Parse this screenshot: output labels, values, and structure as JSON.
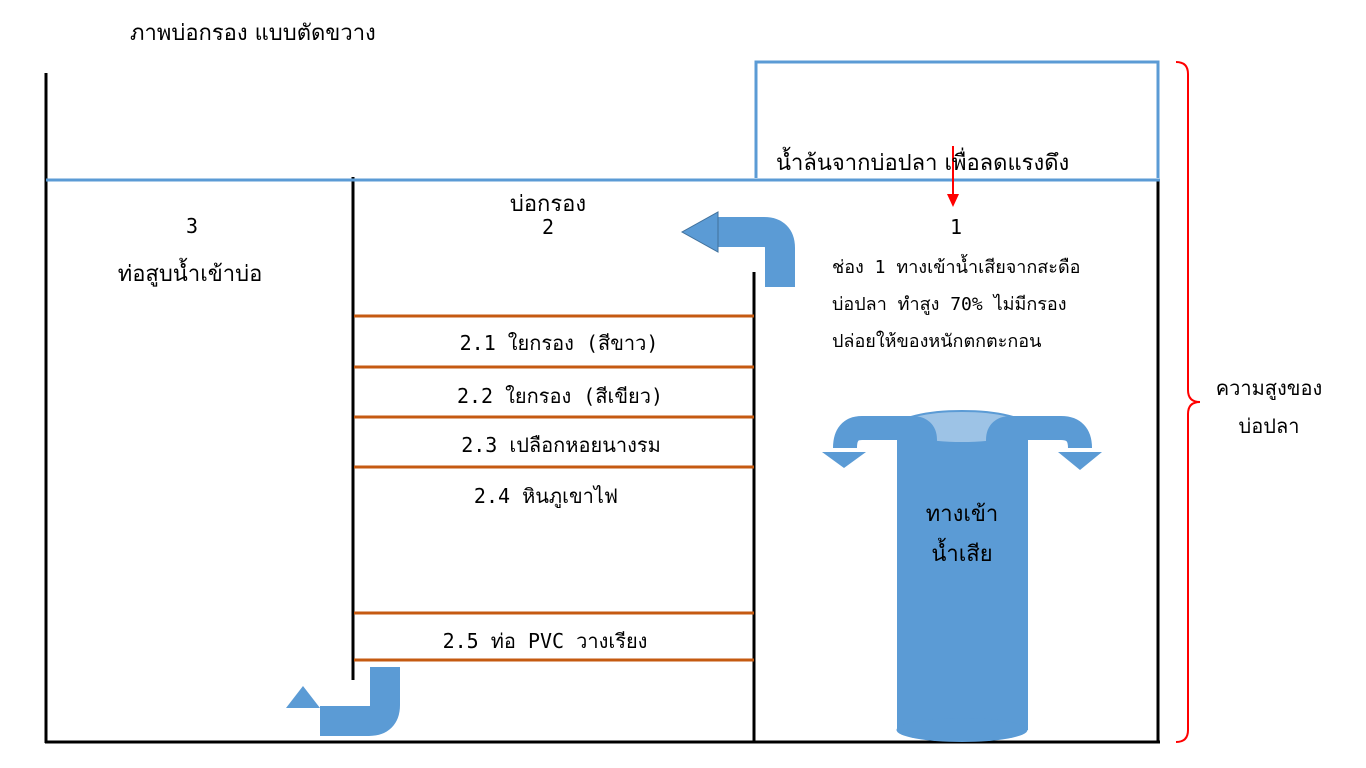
{
  "title": "ภาพบ่อกรอง แบบตัดขวาง",
  "overflow_label": "น้ำล้นจากบ่อปลา เพื่อลดแรงดึง",
  "chamber3": {
    "number": "3",
    "label": "ท่อสูบน้ำเข้าบ่อ"
  },
  "chamber2": {
    "title": "บ่อกรอง",
    "number": "2"
  },
  "chamber1": {
    "number": "1",
    "description": [
      "ช่อง 1 ทางเข้าน้ำเสียจากสะดือ",
      "บ่อปลา ทำสูง 70% ไม่มีกรอง",
      "ปล่อยให้ของหนักตกตะกอน"
    ]
  },
  "layers": [
    "2.1 ใยกรอง (สีขาว)",
    "2.2 ใยกรอง (สีเขียว)",
    "2.3 เปลือกหอยนางรม",
    "2.4 หินภูเขาไฟ",
    "2.5 ท่อ PVC วางเรียง"
  ],
  "inlet_pipe_label": [
    "ทางเข้า",
    "น้ำเสีย"
  ],
  "height_label": [
    "ความสูงของ",
    "บ่อปลา"
  ],
  "colors": {
    "wall": "#000000",
    "water_line": "#5b9bd5",
    "layer_line": "#c55a11",
    "pipe": "#5b9bd5",
    "pipe_top": "#9dc3e6",
    "arrow_red": "#ff0000",
    "brace": "#ff0000"
  }
}
